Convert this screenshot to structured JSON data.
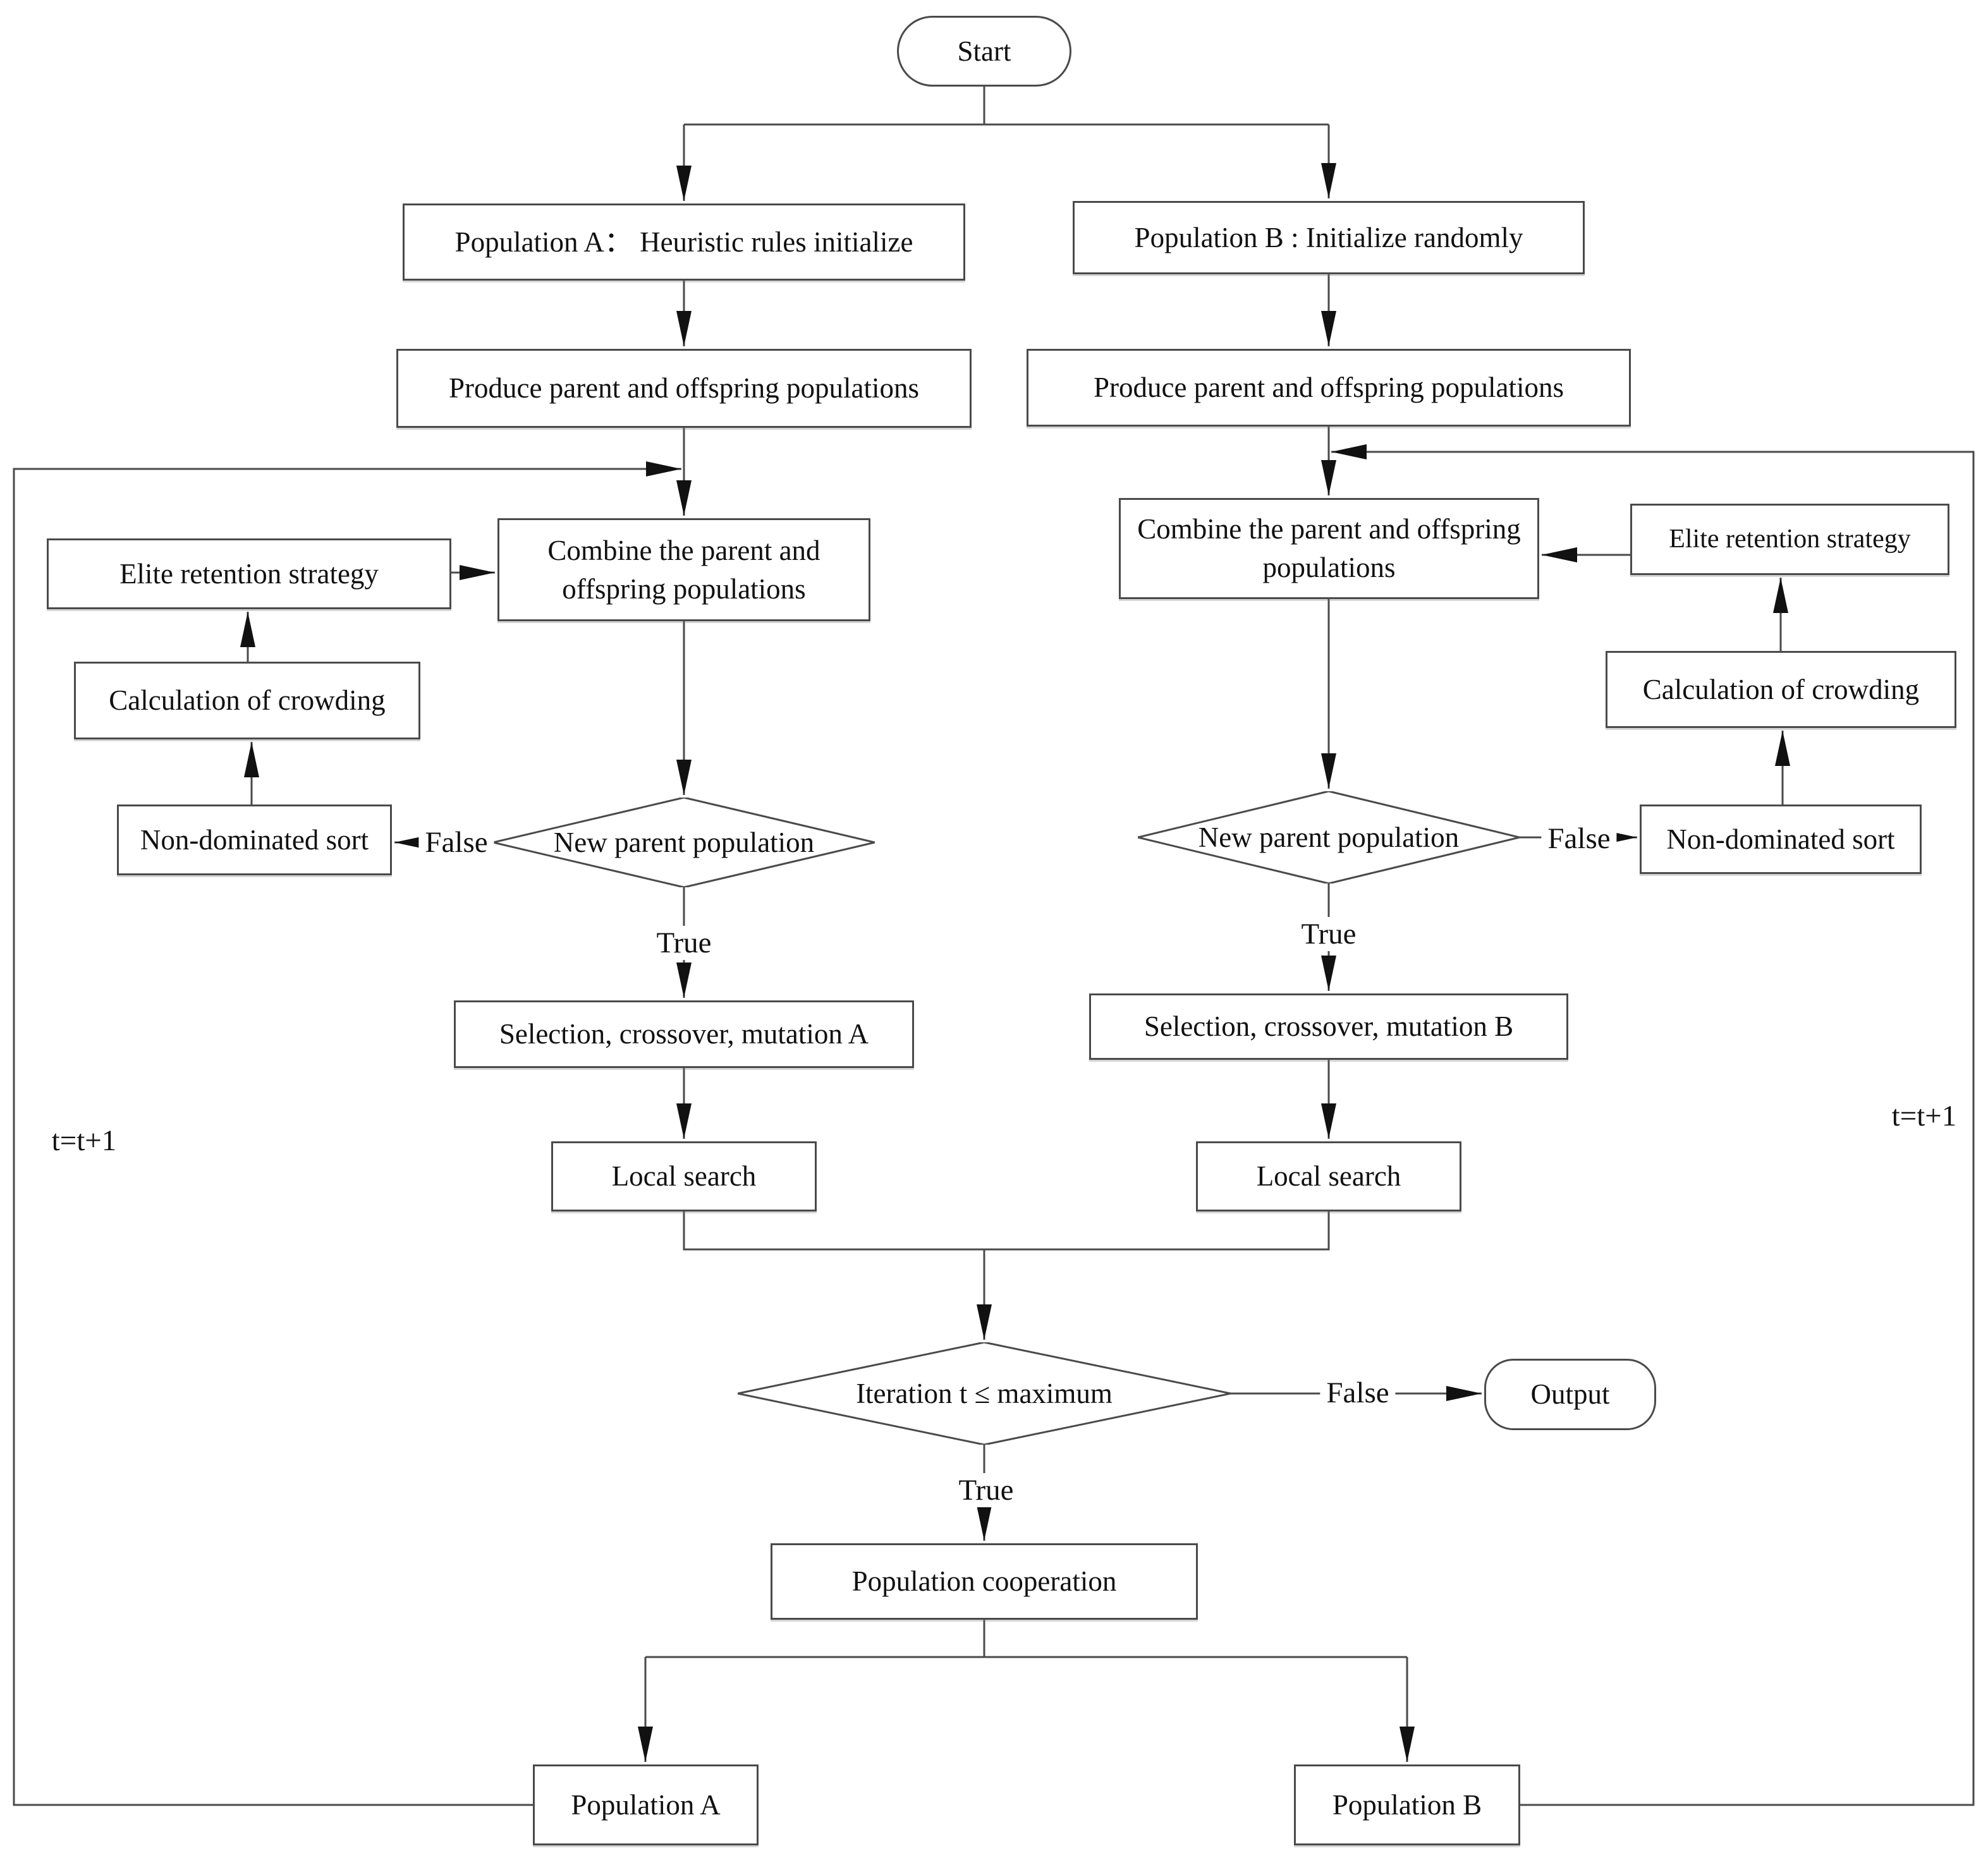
{
  "colors": {
    "line": "#4a4a4a",
    "ink": "#111111",
    "bg": "#ffffff"
  },
  "nodes": {
    "start": "Start",
    "pop_a_init": "Population A：  Heuristic rules initialize",
    "pop_b_init": "Population B :  Initialize randomly",
    "produce_a": "Produce parent and offspring populations",
    "produce_b": "Produce parent and offspring populations",
    "combine_a": "Combine the parent and offspring populations",
    "combine_b": "Combine the parent and offspring populations",
    "elite_a": "Elite retention strategy",
    "elite_b": "Elite retention strategy",
    "crowding_a": "Calculation of crowding",
    "crowding_b": "Calculation of crowding",
    "nondominated_a": "Non-dominated sort",
    "nondominated_b": "Non-dominated sort",
    "new_parent_a": "New parent population",
    "new_parent_b": "New parent population",
    "selection_a": "Selection, crossover, mutation A",
    "selection_b": "Selection, crossover, mutation B",
    "local_a": "Local search",
    "local_b": "Local search",
    "iteration": "Iteration t ≤ maximum",
    "output": "Output",
    "cooperation": "Population cooperation",
    "pop_a_final": "Population A",
    "pop_b_final": "Population B"
  },
  "labels": {
    "false_a": "False",
    "false_b": "False",
    "true_a": "True",
    "true_b": "True",
    "false_iter": "False",
    "true_iter": "True",
    "t_left": "t=t+1",
    "t_right": "t=t+1"
  }
}
